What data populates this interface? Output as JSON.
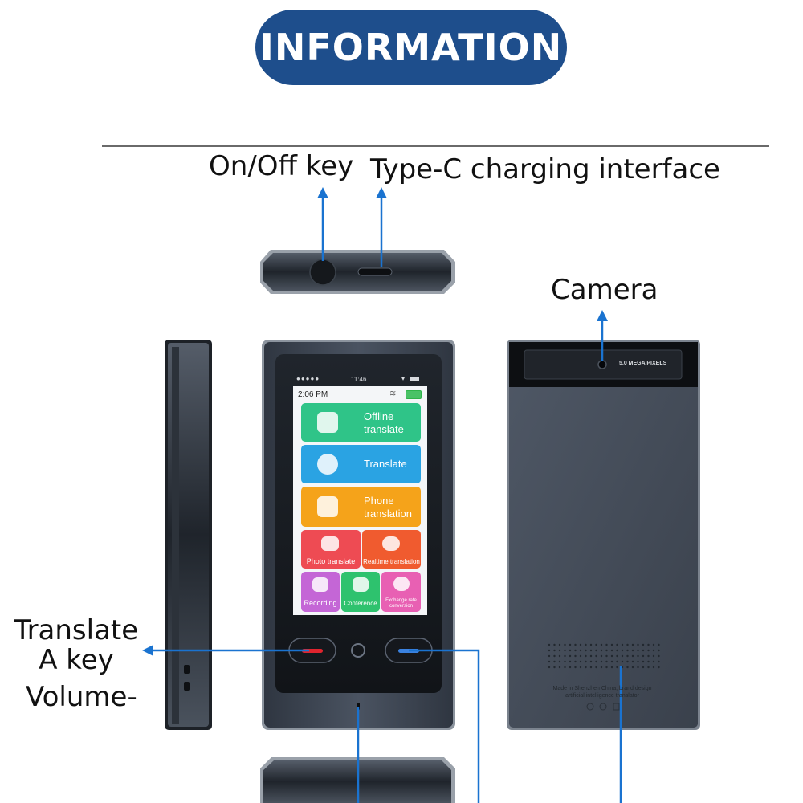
{
  "header": {
    "title": "INFORMATION"
  },
  "callouts": {
    "power_key": "On/Off key",
    "charging": "Type-C charging interface",
    "camera": "Camera",
    "translate_a_line1": "Translate",
    "translate_a_line2": "A key",
    "volume_minus": "Volume-"
  },
  "device_screen": {
    "outer_status_time": "11:46",
    "status_time": "2:06 PM",
    "tiles": [
      {
        "label": "Offline translate",
        "color": "#2fc488"
      },
      {
        "label": "Translate",
        "color": "#2aa3e3"
      },
      {
        "label": "Phone translation",
        "color": "#f5a31a"
      },
      {
        "label": "Photo translate",
        "color": "#ee4b53"
      },
      {
        "label": "Realtime translation",
        "color": "#f05b2f"
      },
      {
        "label": "Recording",
        "color": "#c466d6"
      },
      {
        "label": "Conference",
        "color": "#2ec26e"
      },
      {
        "label": "Exchange rate conversion",
        "color": "#e860b3"
      }
    ]
  },
  "device_back": {
    "camera_strip": "5.0 MEGA PIXELS",
    "imprint_line1": "Made in Shenzhen China, brand design",
    "imprint_line2": "artificial intelligence translator"
  },
  "colors": {
    "pill": "#1e4e8c",
    "arrow": "#1a73d0",
    "device_body": "#3b4350"
  }
}
